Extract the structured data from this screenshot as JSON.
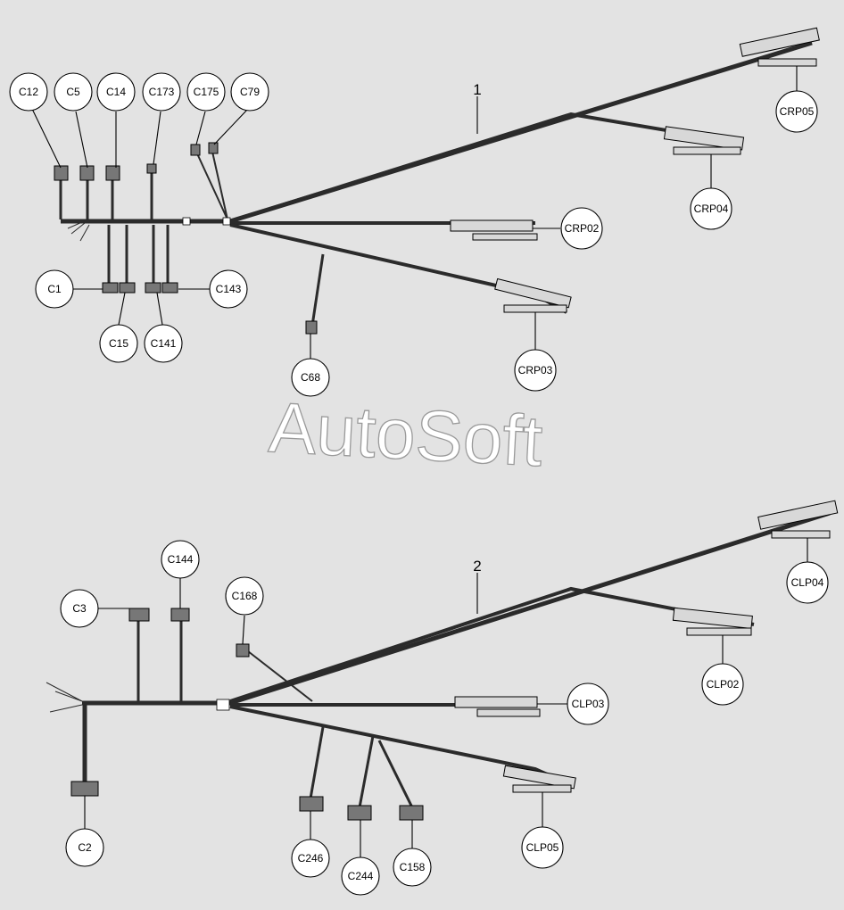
{
  "watermark": "AutoSoft",
  "assemblies": [
    {
      "number": "1",
      "connectors": [
        "C12",
        "C5",
        "C14",
        "C173",
        "C175",
        "C79",
        "C1",
        "C15",
        "C141",
        "C143",
        "C68",
        "CRP02",
        "CRP03",
        "CRP04",
        "CRP05"
      ]
    },
    {
      "number": "2",
      "connectors": [
        "C3",
        "C144",
        "C168",
        "C2",
        "C246",
        "C244",
        "C158",
        "CLP03",
        "CLP05",
        "CLP02",
        "CLP04"
      ]
    }
  ]
}
